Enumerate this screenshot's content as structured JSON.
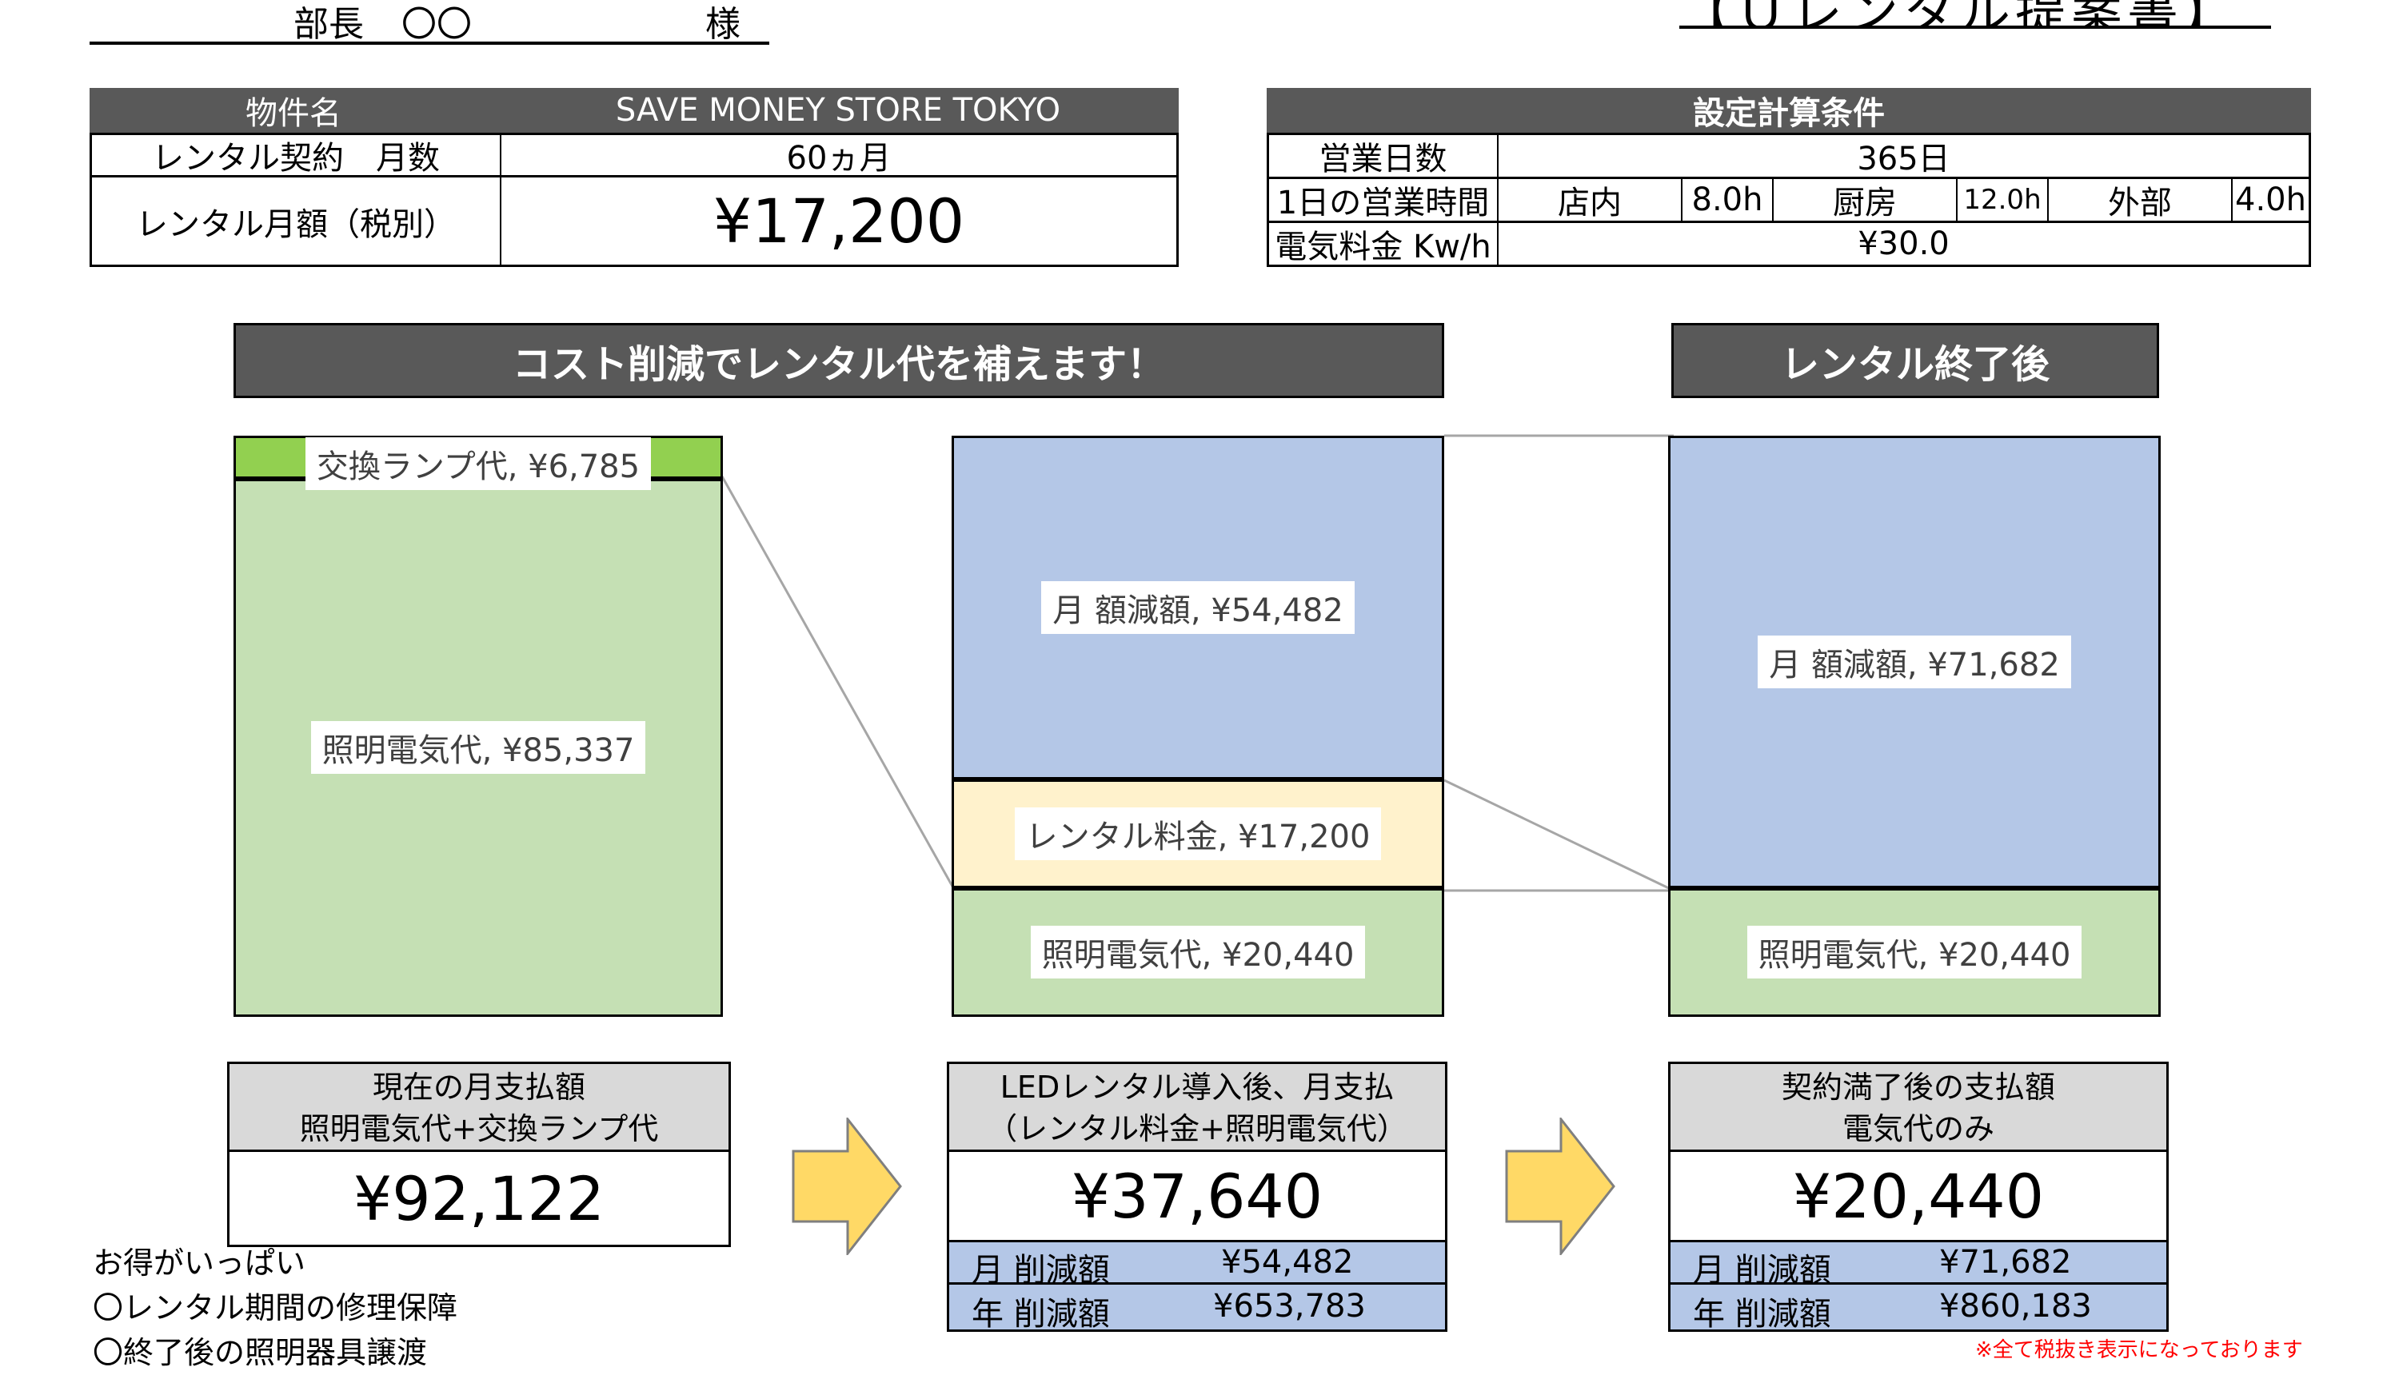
{
  "header": {
    "addressee": "部長",
    "addressee_name": "〇〇",
    "honorific": "様",
    "doc_title": "【Ｕレンタル提案書】"
  },
  "property_table": {
    "name_label": "物件名",
    "name_value": "SAVE MONEY STORE TOKYO",
    "months_label": "レンタル契約　月数",
    "months_value": "60ヵ月",
    "monthly_label": "レンタル月額（税別）",
    "monthly_value": "¥17,200"
  },
  "conditions_table": {
    "title": "設定計算条件",
    "days_label": "営業日数",
    "days_value": "365日",
    "hours_label": "1日の営業時間",
    "store_label": "店内",
    "store_hours": "8.0h",
    "kitchen_label": "厨房",
    "kitchen_hours": "12.0h",
    "outside_label": "外部",
    "outside_hours": "4.0h",
    "rate_label": "電気料金 Kw/h",
    "rate_value": "¥30.0"
  },
  "banners": {
    "cost_cut": "コスト削減でレンタル代を補えます！",
    "after_rental": "レンタル終了後"
  },
  "chart_data": {
    "type": "bar",
    "stacked": true,
    "categories": [
      "現在",
      "LEDレンタル導入後",
      "契約満了後"
    ],
    "series": [
      {
        "name": "照明電気代",
        "values": [
          85337,
          20440,
          20440
        ],
        "color": "#c5e0b4"
      },
      {
        "name": "交換ランプ代",
        "values": [
          6785,
          0,
          0
        ],
        "color": "#92d050"
      },
      {
        "name": "レンタル料金",
        "values": [
          0,
          17200,
          0
        ],
        "color": "#fff2cc"
      },
      {
        "name": "月 額減額",
        "values": [
          0,
          54482,
          71682
        ],
        "color": "#b4c7e7"
      }
    ],
    "labels": {
      "c1_elec": "照明電気代, ¥85,337",
      "c1_lamp": "交換ランプ代, ¥6,785",
      "c2_elec": "照明電気代, ¥20,440",
      "c2_rent": "レンタル料金, ¥17,200",
      "c2_save": "月 額減額, ¥54,482",
      "c3_elec": "照明電気代, ¥20,440",
      "c3_save": "月 額減額, ¥71,682"
    },
    "ylim": [
      0,
      92122
    ]
  },
  "summary": {
    "current": {
      "title1": "現在の月支払額",
      "title2": "照明電気代+交換ランプ代",
      "amount": "¥92,122"
    },
    "led": {
      "title1": "LEDレンタル導入後、月支払",
      "title2": "（レンタル料金+照明電気代）",
      "amount": "¥37,640",
      "monthly_label": "月 削減額",
      "monthly_value": "¥54,482",
      "yearly_label": "年 削減額",
      "yearly_value": "¥653,783"
    },
    "after": {
      "title1": "契約満了後の支払額",
      "title2": "電気代のみ",
      "amount": "¥20,440",
      "monthly_label": "月 削減額",
      "monthly_value": "¥71,682",
      "yearly_label": "年 削減額",
      "yearly_value": "¥860,183"
    }
  },
  "benefits": {
    "title": "お得がいっぱい",
    "item1": "〇レンタル期間の修理保障",
    "item2": "〇終了後の照明器具譲渡"
  },
  "footnote": "※全て税抜き表示になっております",
  "colors": {
    "header_dark": "#595959",
    "arrow": "#ffd966",
    "footnote": "#ff0000"
  }
}
